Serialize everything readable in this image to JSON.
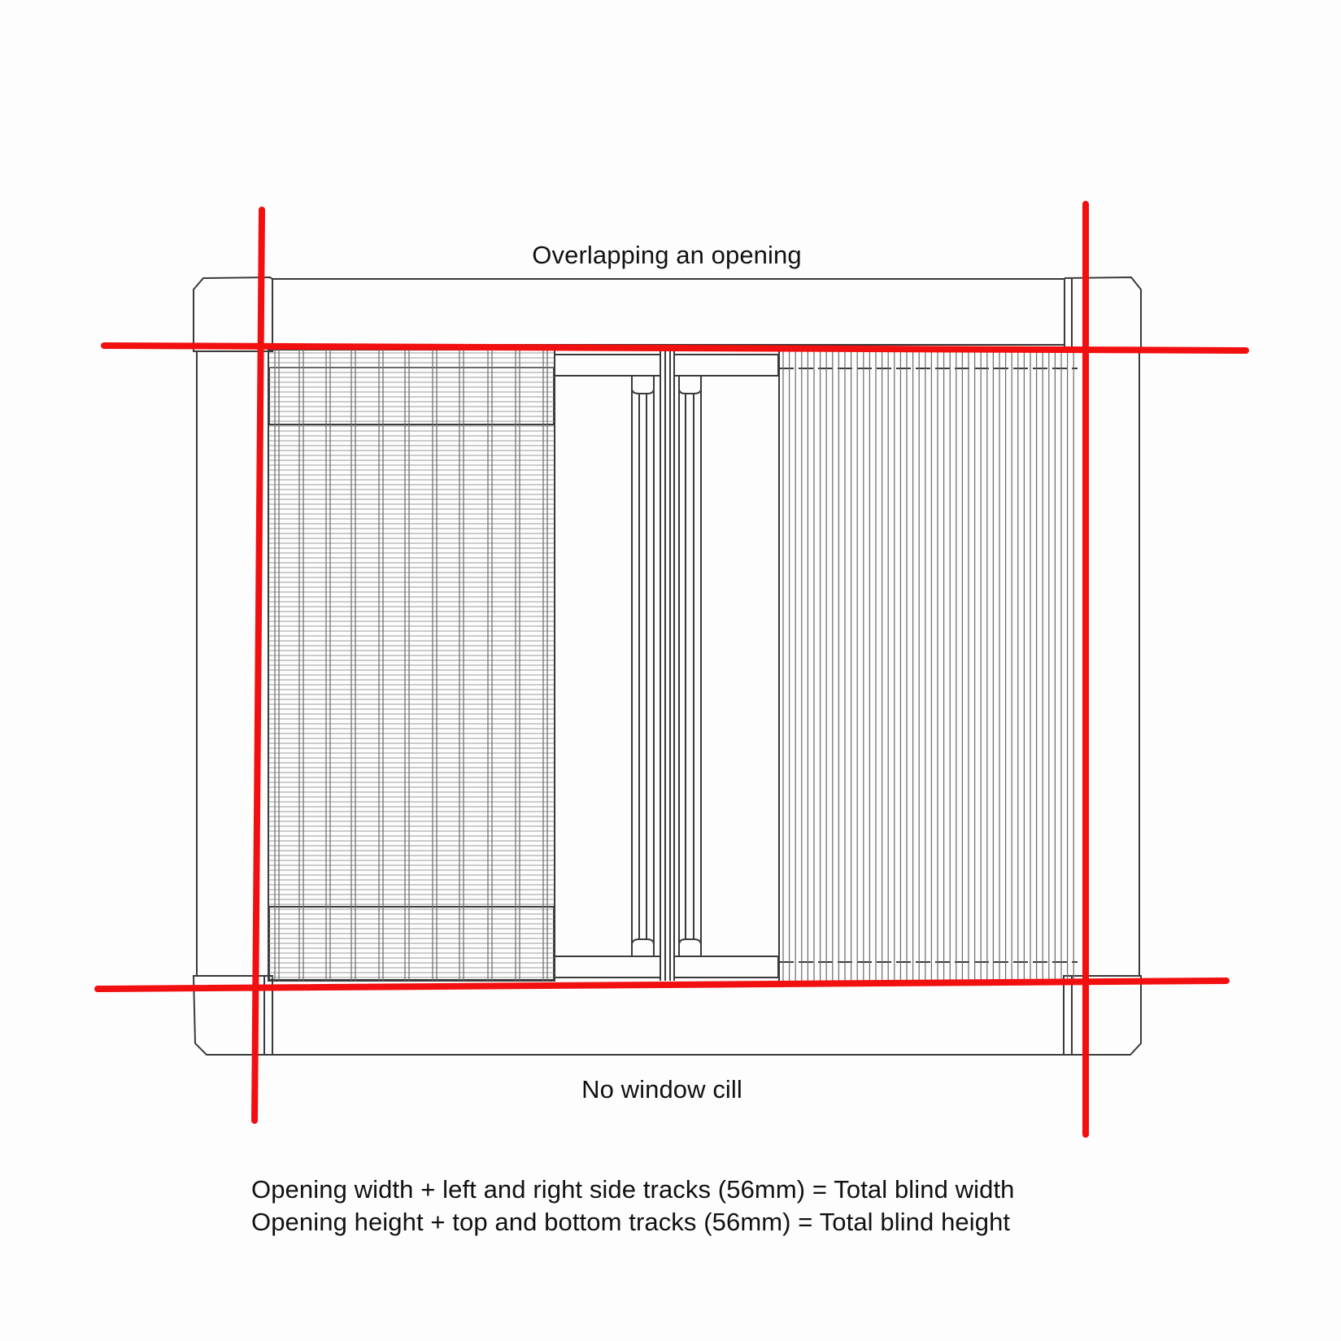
{
  "diagram": {
    "title_top": "Overlapping an opening",
    "title_bottom": "No window cill",
    "formulas": [
      "Opening width + left and right side tracks (56mm) = Total blind width",
      "Opening height + top and bottom tracks (56mm) = Total blind height"
    ],
    "components": {
      "frame": "window-frame-outline",
      "left_panel": "mesh-screen-panel",
      "center": "sliding-rail-channels",
      "right_panel": "pleated-screen-panel"
    },
    "measurement_lines": {
      "color": "#f20f0f",
      "lines": [
        "top-horizontal",
        "bottom-horizontal",
        "left-vertical",
        "right-vertical"
      ]
    },
    "track_allowance": "56mm"
  }
}
